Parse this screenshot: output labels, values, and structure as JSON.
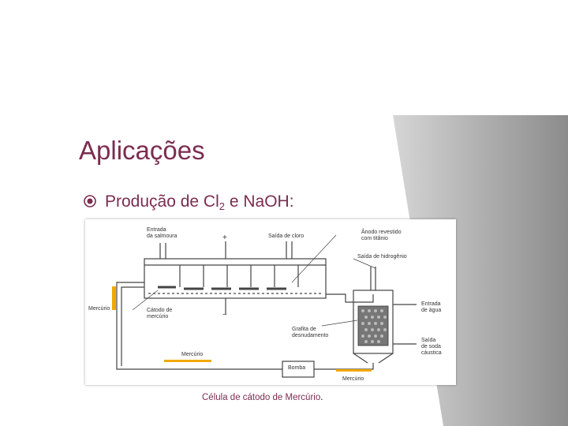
{
  "slide": {
    "title": "Aplicações",
    "bullet": {
      "prefix": "Produção de Cl",
      "subscript": "2",
      "suffix": " e NaOH:"
    },
    "caption": "Célula de cátodo de Mercúrio",
    "caption_period": "."
  },
  "diagram": {
    "labels": {
      "entrada_salmoura": "Entrada\nda salmoura",
      "saida_cloro": "Saída de cloro",
      "anodo": "Ânodo revestido\ncom titânio",
      "saida_hidrogenio": "Saída de hidrogênio",
      "mercurio_left": "Mercúrio",
      "catodo": "Cátodo de\nmercúrio",
      "entrada_agua": "Entrada\nde água",
      "grafita": "Grafita de\ndesnudamento",
      "saida_soda": "Saída\nde soda\ncáustica",
      "mercurio_bottom": "Mercúrio",
      "bomba": "Bomba",
      "mercurio_right": "Mercúrio",
      "plus": "+",
      "minus": "−"
    }
  },
  "colors": {
    "title": "#7b2d4f",
    "mercury_highlight": "#f0a800",
    "grey_band": "#9a9a9a"
  }
}
